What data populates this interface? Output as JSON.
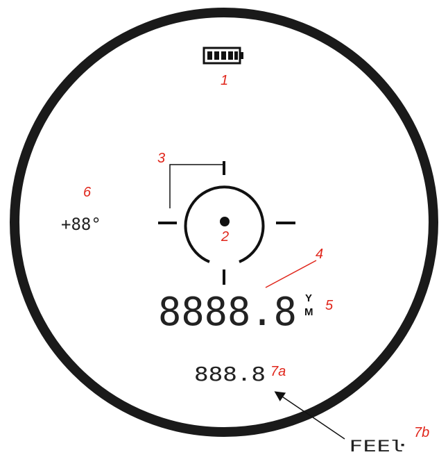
{
  "display": {
    "angle": "+88°",
    "distance": "8888.8",
    "unit_yards": "Y",
    "unit_meters": "M",
    "secondary_distance": "888.8",
    "mode_label": "FEEŀ"
  },
  "callouts": {
    "battery": "1",
    "center_dot": "2",
    "reticle": "3",
    "distance": "4",
    "units": "5",
    "angle": "6",
    "secondary": "7a",
    "mode": "7b"
  },
  "colors": {
    "callout": "#e0261b",
    "lcd": "#222222"
  }
}
